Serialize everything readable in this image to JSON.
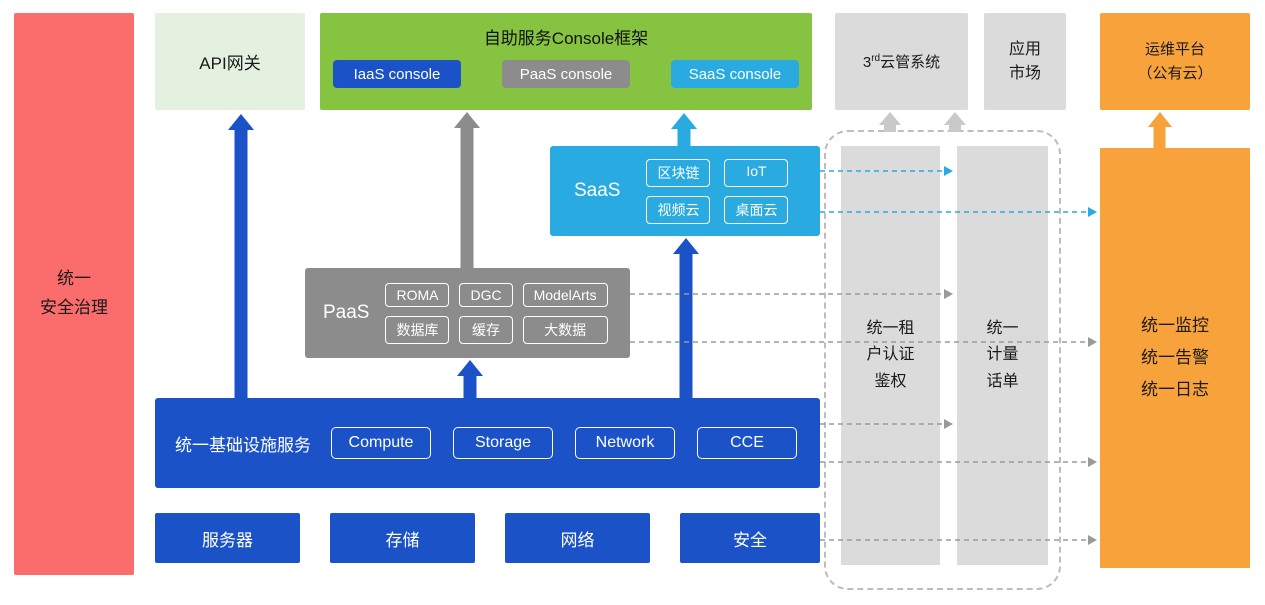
{
  "colors": {
    "red": "#FB6C6C",
    "light_green": "#E4F1E0",
    "green": "#85C341",
    "blue": "#1B52C8",
    "gray": "#8C8C8C",
    "light_gray": "#DBDBDB",
    "cyan": "#29ABE2",
    "orange": "#F8A23B",
    "line_gray": "#9A9A9A",
    "dash_border": "#BDBDBD",
    "arrow_light": "#C9C9C9"
  },
  "security_bar": {
    "label": "统一\n安全治理"
  },
  "api_gateway": {
    "label": "API网关"
  },
  "console_frame": {
    "title": "自助服务Console框架",
    "buttons": [
      {
        "label": "IaaS console"
      },
      {
        "label": "PaaS console"
      },
      {
        "label": "SaaS console"
      }
    ]
  },
  "third_cloud": {
    "base": "3",
    "sup": "rd",
    "rest": "云管系统"
  },
  "app_market": {
    "label": "应用\n市场"
  },
  "ops_platform": {
    "label": "运维平台\n（公有云）"
  },
  "saas": {
    "label": "SaaS",
    "tags": [
      "区块链",
      "IoT",
      "视频云",
      "桌面云"
    ]
  },
  "paas": {
    "label": "PaaS",
    "tags": [
      "ROMA",
      "DGC",
      "ModelArts",
      "数据库",
      "缓存",
      "大数据"
    ]
  },
  "infra": {
    "label": "统一基础设施服务",
    "tags": [
      "Compute",
      "Storage",
      "Network",
      "CCE"
    ]
  },
  "resources": [
    "服务器",
    "存储",
    "网络",
    "安全"
  ],
  "auth_bar": {
    "label": "统一租\n户认证\n鉴权"
  },
  "billing_bar": {
    "label": "统一\n计量\n话单"
  },
  "monitor_box": {
    "label": "统一监控\n统一告警\n统一日志"
  }
}
